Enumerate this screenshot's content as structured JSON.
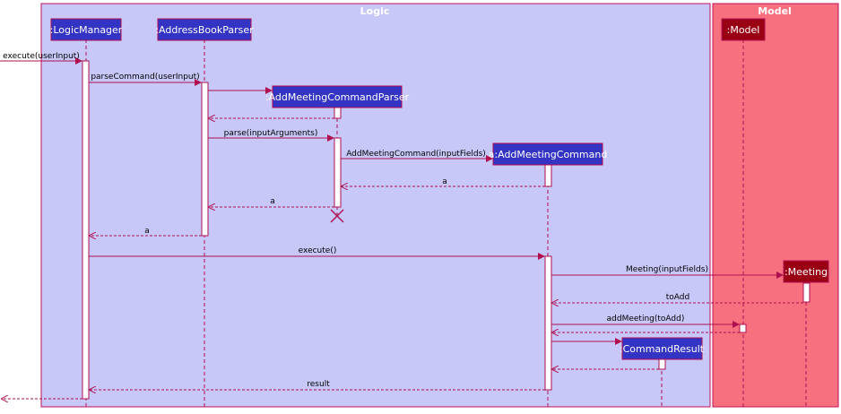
{
  "frames": {
    "logic": "Logic",
    "model": "Model"
  },
  "participants": {
    "logic_manager": ":LogicManager",
    "address_book_parser": ":AddressBookParser",
    "add_meeting_command_parser": ":AddMeetingCommandParser",
    "add_meeting_command": "a:AddMeetingCommand",
    "model": ":Model",
    "meeting": ":Meeting",
    "command_result": ":CommandResult"
  },
  "messages": {
    "execute_user_input": "execute(userInput)",
    "parse_command": "parseCommand(userInput)",
    "parse_input_arguments": "parse(inputArguments)",
    "add_meeting_command_ctor": "AddMeetingCommand(inputFields)",
    "return_a_1": "a",
    "return_a_2": "a",
    "return_a_3": "a",
    "execute": "execute()",
    "meeting_ctor": "Meeting(inputFields)",
    "to_add": "toAdd",
    "add_meeting": "addMeeting(toAdd)",
    "result": "result"
  },
  "colors": {
    "logic_frame": "#c8c8f8",
    "model_frame": "#f7707f",
    "logic_participant": "#3333c4",
    "model_participant": "#9a0013",
    "arrow": "#b0104f",
    "frame_border": "#c0105a"
  }
}
